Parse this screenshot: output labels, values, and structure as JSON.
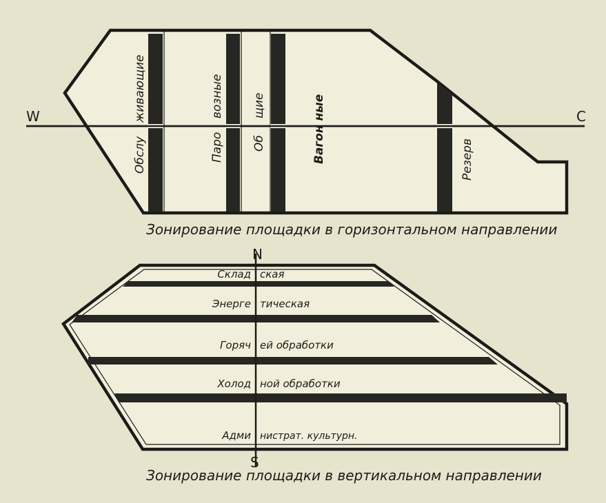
{
  "top_diagram": {
    "axis_left": "W",
    "axis_right": "C",
    "labels": {
      "obsl_upper": "живающие",
      "obsl_lower": "Обслу",
      "paro_upper": "возные",
      "paro_lower": "Паро",
      "obsh_upper": "щие",
      "obsh_lower": "Об",
      "vagon": "Вагон ные",
      "rezerv": "Резерв"
    },
    "caption": "Зонирование площадки в горизонтальном направлении"
  },
  "bottom_diagram": {
    "axis_top": "N",
    "axis_bottom": "S",
    "zones": [
      {
        "left": "Склад",
        "right": "ская"
      },
      {
        "left": "Энерге",
        "right": "тическая"
      },
      {
        "left": "Горяч",
        "right": "ей обработки"
      },
      {
        "left": "Холод",
        "right": "ной обработки"
      },
      {
        "left": "Адми",
        "right": "нистрат. культурн."
      }
    ],
    "caption": "Зонирование площадки в вертикальном направлении"
  }
}
